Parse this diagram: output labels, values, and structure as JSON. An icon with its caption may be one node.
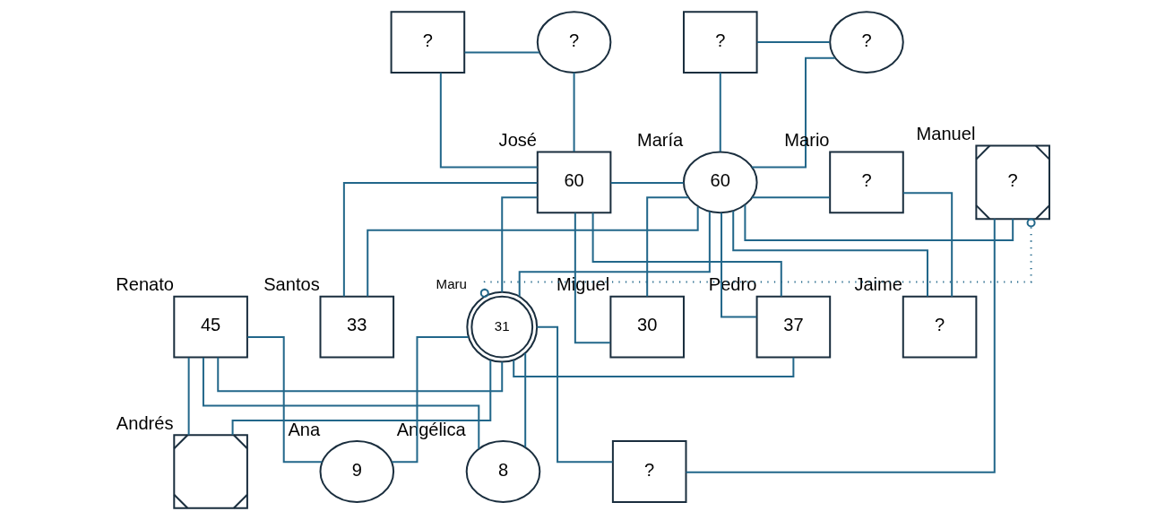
{
  "diagram": {
    "nodes": [
      {
        "text": [
          "?"
        ]
      },
      {
        "text": [
          "?"
        ]
      },
      {
        "text": [
          "60"
        ],
        "beside": [
          "José"
        ]
      },
      {
        "text": [
          "?"
        ]
      },
      {
        "text": [
          "?"
        ]
      },
      {
        "text": [
          "60"
        ],
        "beside": [
          "María"
        ]
      },
      {
        "text": [
          "?"
        ],
        "beside": [
          "Mario"
        ]
      },
      {
        "text": [
          "?"
        ],
        "beside": [
          "Manuel"
        ]
      },
      {
        "text": [
          "45"
        ],
        "beside": [
          "Renato"
        ]
      },
      {
        "text": [
          "33"
        ],
        "beside": [
          "Santos"
        ]
      },
      {
        "text": [
          "31"
        ],
        "beside": [
          "Maru"
        ]
      },
      {
        "text": [
          "30"
        ],
        "beside": [
          "Miguel"
        ]
      },
      {
        "text": [
          "37"
        ],
        "beside": [
          "Pedro"
        ]
      },
      {
        "text": [
          "?"
        ],
        "beside": [
          "Jaime"
        ]
      },
      {
        "text": [],
        "shape": "box",
        "beside": [
          "Andrés"
        ]
      },
      {
        "text": [
          "9"
        ],
        "beside": [
          "Ana"
        ]
      },
      {
        "text": [
          "8"
        ],
        "beside": [
          "Angélica"
        ]
      },
      {
        "text": [
          "?"
        ]
      }
    ],
    "edges": [
      {
        "from": 0,
        "to": 1,
        "arrow": "none"
      },
      {
        "from": 3,
        "to": 4,
        "arrow": "none"
      },
      {
        "from": 0,
        "to": 2,
        "arrow": "none"
      },
      {
        "from": 1,
        "to": 2,
        "arrow": "none"
      },
      {
        "from": 3,
        "to": 5,
        "arrow": "none"
      },
      {
        "from": 4,
        "to": 5,
        "arrow": "none"
      },
      {
        "from": 2,
        "to": 5,
        "arrow": "none"
      },
      {
        "from": 5,
        "to": 6,
        "arrow": "none"
      },
      {
        "from": 5,
        "to": 7,
        "arrow": "none"
      },
      {
        "from": 2,
        "to": 9,
        "arrow": "none"
      },
      {
        "from": 5,
        "to": 9,
        "arrow": "none"
      },
      {
        "from": 2,
        "to": 10,
        "arrow": "none"
      },
      {
        "from": 5,
        "to": 10,
        "arrow": "none"
      },
      {
        "from": 2,
        "to": 11,
        "arrow": "none"
      },
      {
        "from": 5,
        "to": 11,
        "arrow": "none"
      },
      {
        "from": 2,
        "to": 12,
        "arrow": "none"
      },
      {
        "from": 5,
        "to": 12,
        "arrow": "none"
      },
      {
        "from": 5,
        "to": 13,
        "arrow": "none"
      },
      {
        "from": 6,
        "to": 13,
        "arrow": "none"
      },
      {
        "from": 8,
        "to": 10,
        "arrow": "none"
      },
      {
        "from": 10,
        "to": 12,
        "arrow": "none"
      },
      {
        "from": 8,
        "to": 14,
        "arrow": "none"
      },
      {
        "from": 10,
        "to": 14,
        "arrow": "none"
      },
      {
        "from": 8,
        "to": 15,
        "arrow": "none"
      },
      {
        "from": 10,
        "to": 15,
        "arrow": "none"
      },
      {
        "from": 8,
        "to": 16,
        "arrow": "none"
      },
      {
        "from": 10,
        "to": 16,
        "arrow": "none"
      },
      {
        "from": 10,
        "to": 7,
        "arrow": "other",
        "style": "dashed"
      },
      {
        "from": 10,
        "to": 17,
        "arrow": "none"
      },
      {
        "from": 7,
        "to": 17,
        "arrow": "none"
      }
    ]
  }
}
